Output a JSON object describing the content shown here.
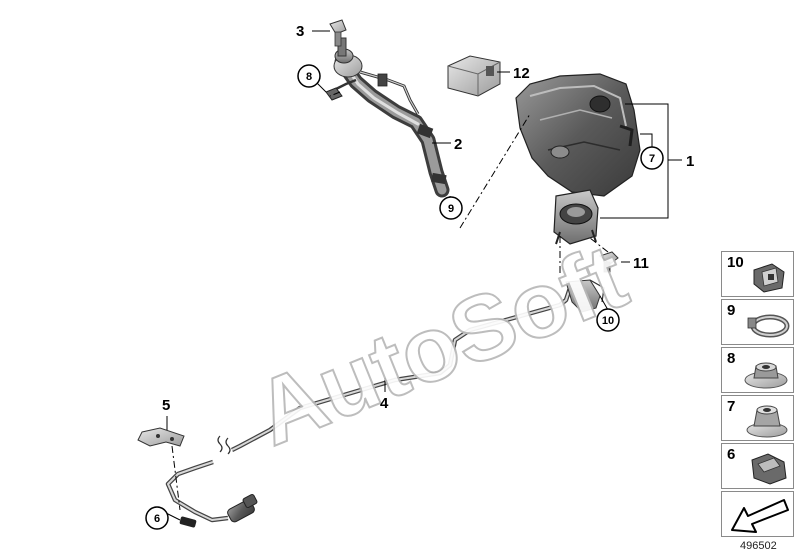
{
  "watermark": "AutoSoft",
  "callouts": {
    "p1": "1",
    "p2": "2",
    "p3": "3",
    "p4": "4",
    "p5": "5",
    "p6": "6",
    "p7": "7",
    "p8": "8",
    "p9": "9",
    "p10": "10",
    "p11": "11",
    "p12": "12"
  },
  "legend": {
    "items": [
      {
        "label": "10",
        "icon": "clamp-clip-icon"
      },
      {
        "label": "9",
        "icon": "hose-clamp-icon"
      },
      {
        "label": "8",
        "icon": "flange-nut-icon"
      },
      {
        "label": "7",
        "icon": "hex-collar-nut-icon"
      },
      {
        "label": "6",
        "icon": "cable-clip-icon"
      }
    ],
    "nav_icon": "arrow-back-icon"
  },
  "reference_number": "496502"
}
